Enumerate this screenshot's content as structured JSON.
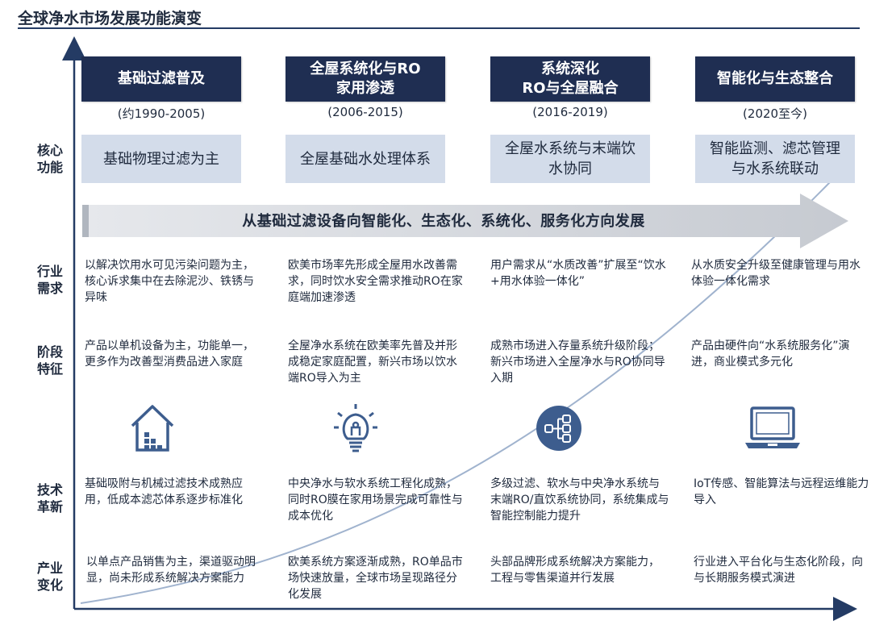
{
  "title": "全球净水市场发展功能演变",
  "row_labels": {
    "core": "核心\n功能",
    "demand": "行业\n需求",
    "features": "阶段\n特征",
    "tech": "技术\n革新",
    "industry": "产业\n变化"
  },
  "band": "从基础过滤设备向智能化、生态化、系统化、服务化方向发展",
  "stages": [
    {
      "title": "基础过滤普及",
      "period": "(约1990-2005)",
      "core": "基础物理过滤为主",
      "demand": "以解决饮用水可见污染问题为主，核心诉求集中在去除泥沙、铁锈与异味",
      "features": "产品以单机设备为主，功能单一，更多作为改善型消费品进入家庭",
      "icon": "house-icon",
      "tech": "基础吸附与机械过滤技术成熟应用，低成本滤芯体系逐步标准化",
      "industry": "以单点产品销售为主，渠道驱动明显，尚未形成系统解决方案能力"
    },
    {
      "title": "全屋系统化与RO\n家用渗透",
      "period": "(2006-2015)",
      "core": "全屋基础水处理体系",
      "demand": "欧美市场率先形成全屋用水改善需求，同时饮水安全需求推动RO在家庭端加速渗透",
      "features": "全屋净水系统在欧美率先普及并形成稳定家庭配置，新兴市场以饮水端RO导入为主",
      "icon": "lightbulb-icon",
      "tech": "中央净水与软水系统工程化成熟，同时RO膜在家用场景完成可靠性与成本优化",
      "industry": "欧美系统方案逐渐成熟，RO单品市场快速放量，全球市场呈现路径分化发展"
    },
    {
      "title": "系统深化\nRO与全屋融合",
      "period": "(2016-2019)",
      "core": "全屋水系统与末端饮水协同",
      "demand": "用户需求从“水质改善”扩展至“饮水+用水体验一体化”",
      "features": "成熟市场进入存量系统升级阶段；新兴市场进入全屋净水与RO协同导入期",
      "icon": "network-icon",
      "tech": "多级过滤、软水与中央净水系统与末端RO/直饮系统协同，系统集成与智能控制能力提升",
      "industry": "头部品牌形成系统解决方案能力，工程与零售渠道并行发展"
    },
    {
      "title": "智能化与生态整合",
      "period": "(2020至今)",
      "core": "智能监测、滤芯管理与水系统联动",
      "demand": "从水质安全升级至健康管理与用水体验一体化需求",
      "features": "产品由硬件向“水系统服务化”演进，商业模式多元化",
      "icon": "laptop-icon",
      "tech": "IoT传感、智能算法与远程运维能力导入",
      "industry": "行业进入平台化与生态化阶段，向与长期服务模式演进"
    }
  ],
  "colors": {
    "header_bg": "#1f2e52",
    "core_bg": "#d3dcea",
    "band_bg": "#cfd3d9",
    "axis": "#243b64",
    "icon": "#3d5d8e"
  }
}
